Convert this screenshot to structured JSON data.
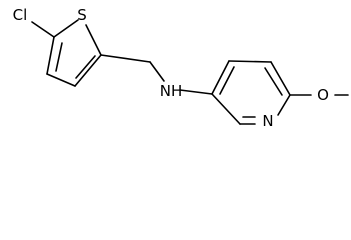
{
  "molecule": {
    "atoms": {
      "cl": "Cl",
      "s": "S",
      "nh": "NH",
      "n_ring": "N",
      "o": "O"
    }
  },
  "colors": {
    "bond": "#000000",
    "label": "#000000",
    "background": "#ffffff"
  }
}
